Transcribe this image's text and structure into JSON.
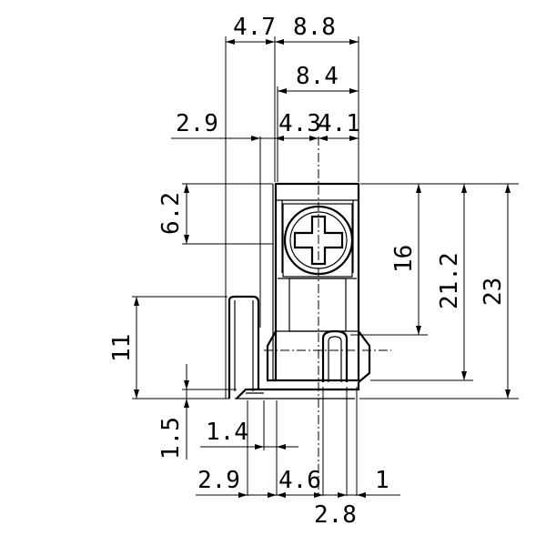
{
  "drawing": {
    "dimensions": {
      "top_width_left": "4.7",
      "top_width_right": "8.8",
      "width_8_4": "8.4",
      "offset_2_9_top": "2.9",
      "width_4_3": "4.3",
      "width_4_1": "4.1",
      "height_6_2": "6.2",
      "height_16": "16",
      "height_21_2": "21.2",
      "height_23": "23",
      "height_11": "11",
      "height_1_5": "1.5",
      "width_1_4": "1.4",
      "width_2_9_bottom": "2.9",
      "width_4_6": "4.6",
      "width_1": "1",
      "width_2_8": "2.8"
    }
  }
}
